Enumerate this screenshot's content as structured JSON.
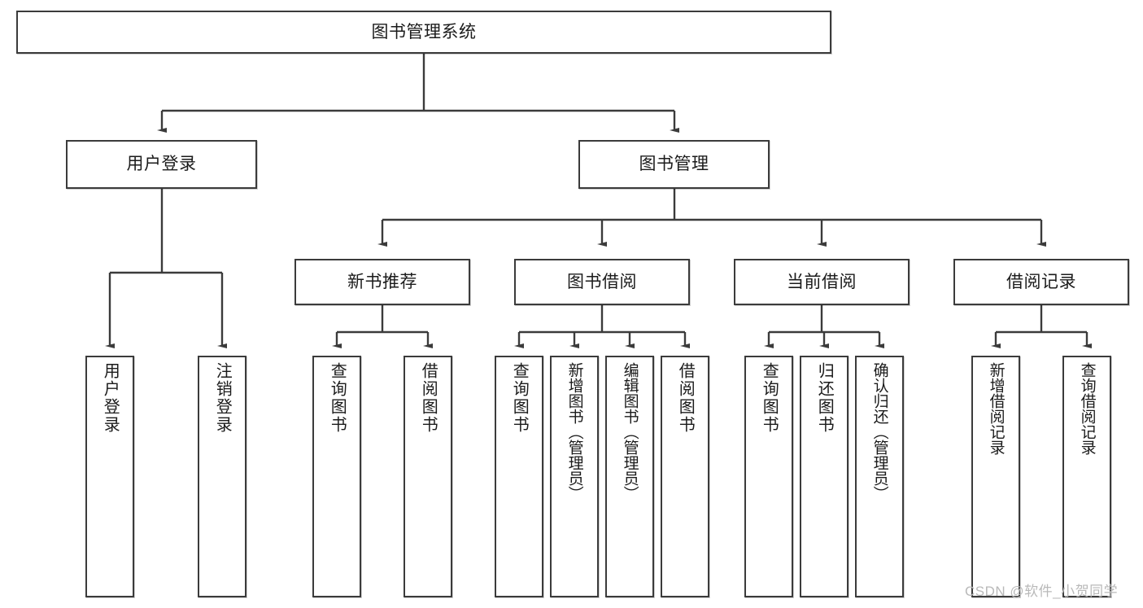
{
  "diagram": {
    "type": "tree",
    "title": "图书管理系统",
    "style": {
      "box_border_color": "#3b3b3b",
      "box_fill": "#ffffff",
      "line_color": "#3b3b3b",
      "text_color": "#1b1b1b",
      "background": "#ffffff"
    },
    "nodes": {
      "root": {
        "label": "图书管理系统"
      },
      "level2": [
        {
          "id": "user-login",
          "label": "用户登录"
        },
        {
          "id": "book-manage",
          "label": "图书管理"
        }
      ],
      "level3": [
        {
          "id": "new-book-recommend",
          "label": "新书推荐"
        },
        {
          "id": "book-borrow",
          "label": "图书借阅"
        },
        {
          "id": "current-borrow",
          "label": "当前借阅"
        },
        {
          "id": "borrow-record",
          "label": "借阅记录"
        }
      ],
      "leaves": {
        "user-login": [
          {
            "id": "leaf-user-login",
            "label": "用户登录"
          },
          {
            "id": "leaf-logout",
            "label": "注销登录"
          }
        ],
        "new-book-recommend": [
          {
            "id": "leaf-query-book-1",
            "label": "查询图书"
          },
          {
            "id": "leaf-borrow-book-1",
            "label": "借阅图书"
          }
        ],
        "book-borrow": [
          {
            "id": "leaf-query-book-2",
            "label": "查询图书"
          },
          {
            "id": "leaf-add-book",
            "label": "新增图书（管理员）"
          },
          {
            "id": "leaf-edit-book",
            "label": "编辑图书（管理员）"
          },
          {
            "id": "leaf-borrow-book-2",
            "label": "借阅图书"
          }
        ],
        "current-borrow": [
          {
            "id": "leaf-query-book-3",
            "label": "查询图书"
          },
          {
            "id": "leaf-return-book",
            "label": "归还图书"
          },
          {
            "id": "leaf-confirm-return",
            "label": "确认归还（管理员）"
          }
        ],
        "borrow-record": [
          {
            "id": "leaf-add-record",
            "label": "新增借阅记录"
          },
          {
            "id": "leaf-query-record",
            "label": "查询借阅记录"
          }
        ]
      }
    },
    "watermark": "CSDN @软件_小贺同学"
  }
}
